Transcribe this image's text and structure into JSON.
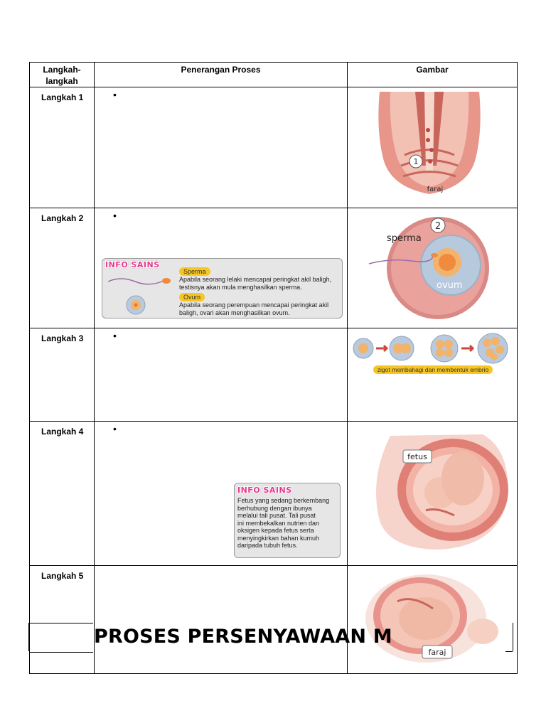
{
  "table": {
    "headers": [
      "Langkah-langkah",
      "Penerangan Proses",
      "Gambar"
    ],
    "header_line1": "Langkah-",
    "header_line2": "langkah",
    "steps": [
      "Langkah 1",
      "Langkah 2",
      "Langkah 3",
      "Langkah 4",
      "Langkah 5"
    ],
    "bullet": "•"
  },
  "info_sains_1": {
    "title": "INFO SAINS",
    "sperm_label": "Sperma",
    "sperm_text_1": "Apabila seorang lelaki mencapai peringkat akil baligh,",
    "sperm_text_2": "testisnya akan mula menghasilkan sperma.",
    "ovum_label": "Ovum",
    "ovum_text_1": "Apabila seorang perempuan mencapai peringkat akil",
    "ovum_text_2": "baligh, ovari akan menghasilkan ovum."
  },
  "info_sains_2": {
    "title": "INFO SAINS",
    "lines": [
      "Fetus yang sedang berkembang",
      "berhubung dengan ibunya",
      "melalui tali pusat. Tali pusat",
      "ini membekalkan nutrien dan",
      "oksigen kepada fetus serta",
      "menyingkirkan bahan kumuh",
      "daripada tubuh fetus."
    ]
  },
  "images": {
    "step1": {
      "number": "1",
      "label": "faraj"
    },
    "step2": {
      "number": "2",
      "sperm_label": "sperma",
      "ovum_label": "ovum"
    },
    "step3": {
      "caption": "zigot membahagi dan membentuk embrio"
    },
    "step4": {
      "label": "fetus"
    },
    "step5": {
      "label": "faraj"
    }
  },
  "title": "PROSES PERSENYAWAAN M",
  "colors": {
    "info_title": "#e43b8f",
    "pill": "#f7c623",
    "tissue": "#e8968a",
    "cell": "#f2b36b"
  }
}
